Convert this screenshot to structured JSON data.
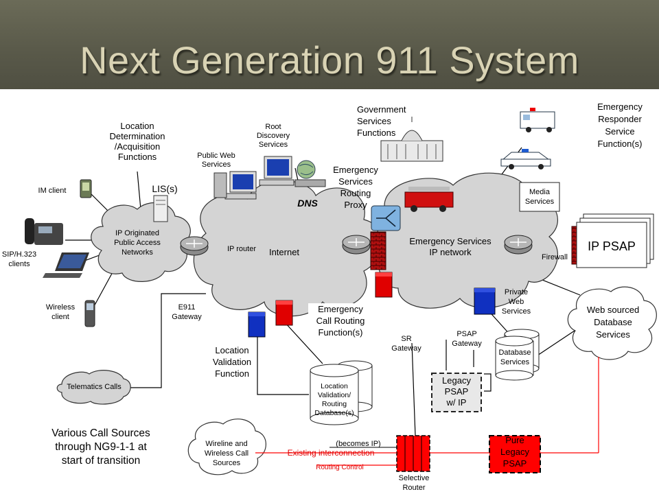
{
  "title": "Next Generation 911 System",
  "labels": {
    "location_determination": [
      "Location",
      "Determination",
      "/Acquisition",
      "Functions"
    ],
    "root_discovery": [
      "Root",
      "Discovery",
      "Services"
    ],
    "public_web": [
      "Public Web",
      "Services"
    ],
    "government": [
      "Government",
      "Services",
      "Functions"
    ],
    "emergency_responder": [
      "Emergency",
      "Responder",
      "Service",
      "Function(s)"
    ],
    "esrp": [
      "Emergency",
      "Services",
      "Routing",
      "Proxy"
    ],
    "dns": "DNS",
    "lis": "LIS(s)",
    "im_client": "IM client",
    "sip_clients": [
      "SIP/H.323",
      "clients"
    ],
    "wireless_client": [
      "Wireless",
      "client"
    ],
    "ip_originated": [
      "IP Originated",
      "Public Access",
      "Networks"
    ],
    "ip_router": "IP router",
    "internet": "Internet",
    "media_services": [
      "Media",
      "Services"
    ],
    "es_ip_network": [
      "Emergency Services",
      "IP network"
    ],
    "firewall": "Firewall",
    "ip_psap": "IP PSAP",
    "private_web": [
      "Private",
      "Web",
      "Services"
    ],
    "web_sourced": [
      "Web sourced",
      "Database",
      "Services"
    ],
    "e911_gateway": [
      "E911",
      "Gateway"
    ],
    "ecrf": [
      "Emergency",
      "Call Routing",
      "Function(s)"
    ],
    "sr_gateway": [
      "SR",
      "Gateway"
    ],
    "psap_gateway": [
      "PSAP",
      "Gateway"
    ],
    "database_services": [
      "Database",
      "Services"
    ],
    "location_validation": [
      "Location",
      "Validation",
      "Function"
    ],
    "lv_database": [
      "Location",
      "Validation/",
      "Routing",
      "Database(s)"
    ],
    "legacy_psap": [
      "Legacy",
      "PSAP",
      "w/ IP"
    ],
    "telematics": "Telematics Calls",
    "various_sources": [
      "Various Call Sources",
      "through NG9-1-1 at",
      "start of transition"
    ],
    "wireline_wireless": [
      "Wireline and",
      "Wireless Call",
      "Sources"
    ],
    "becomes_ip": "(becomes IP)",
    "existing_interconnection": "Existing interconnection",
    "routing_control": "Routing Control",
    "selective_router": [
      "Selective",
      "Router"
    ],
    "pure_legacy_psap": [
      "Pure",
      "Legacy",
      "PSAP"
    ]
  },
  "colors": {
    "title_bg": "#5a5a4a",
    "title_text": "#d9d3b4",
    "cloud": "#d4d4d4",
    "legacy_red": "#ff0000",
    "red_line": "#ff0000"
  }
}
